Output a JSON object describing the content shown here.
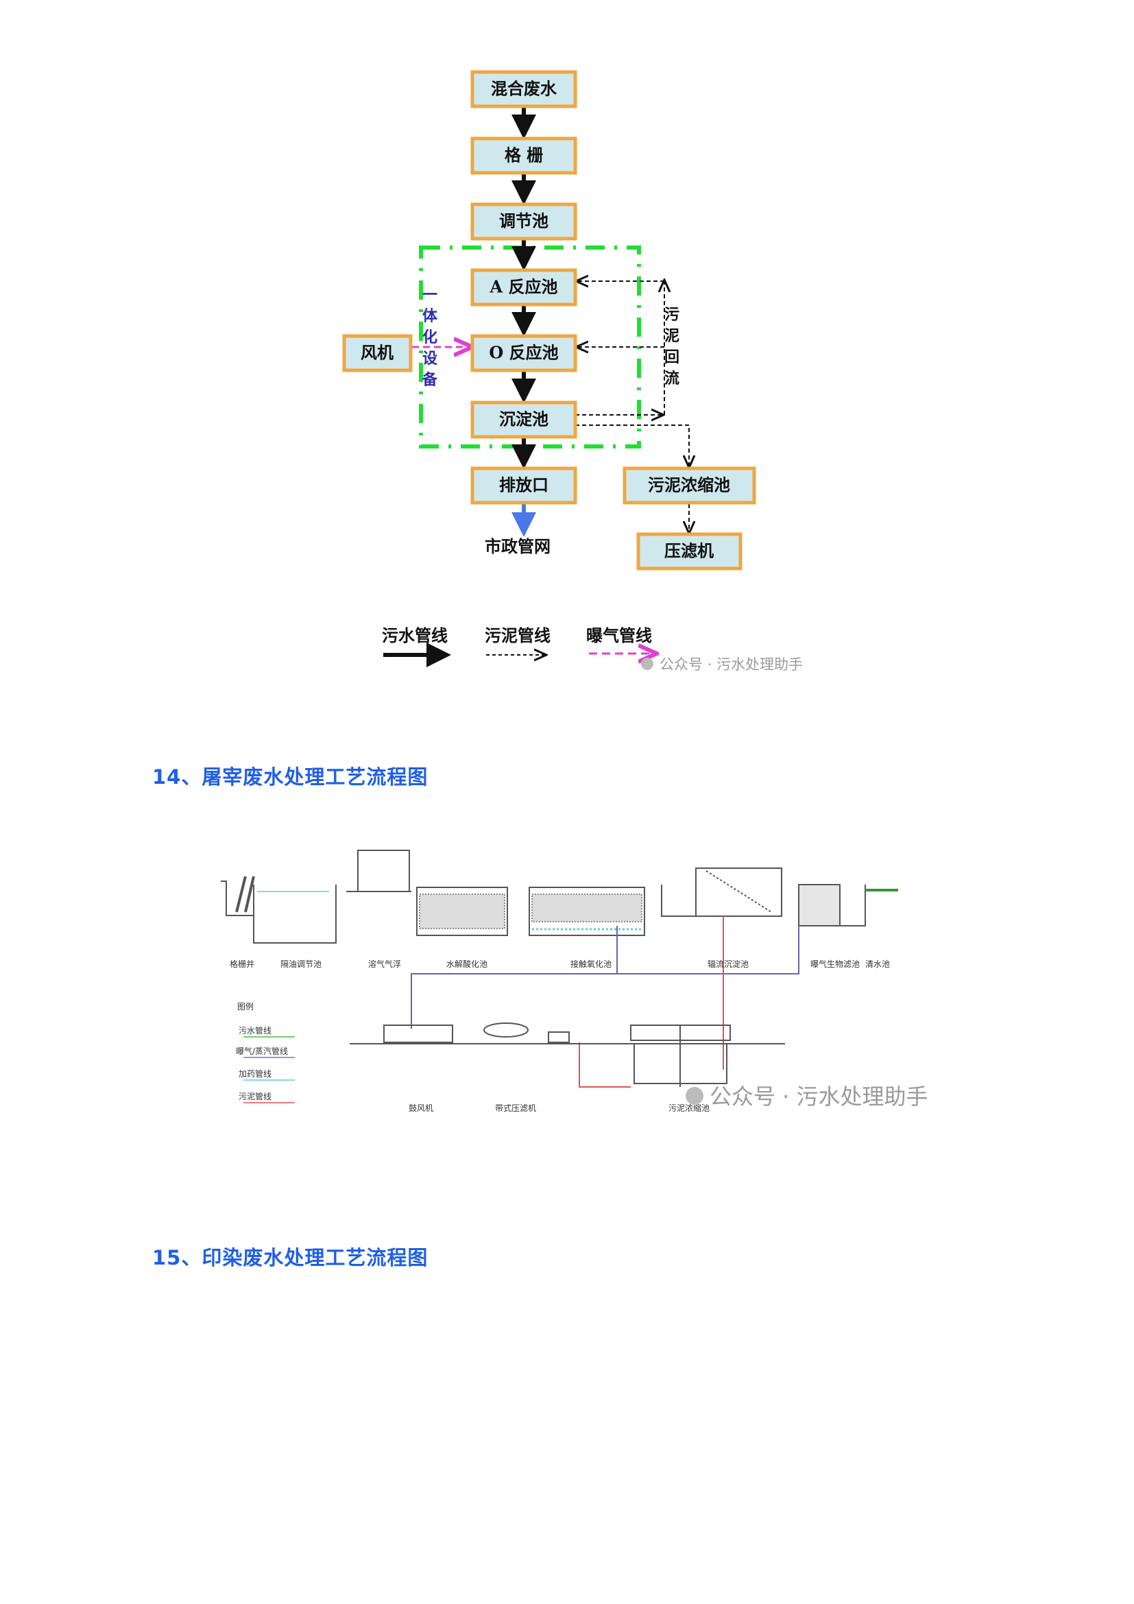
{
  "flow1": {
    "boxes": {
      "mixed_wastewater": "混合废水",
      "grille": "格 栅",
      "equalization_tank": "调节池",
      "a_reactor": "A 反应池",
      "o_reactor": "O 反应池",
      "sedimentation_tank": "沉淀池",
      "outlet": "排放口",
      "blower": "风机",
      "sludge_thickener": "污泥浓缩池",
      "filter_press": "压滤机"
    },
    "municipal_network": "市政管网",
    "integrated_equipment": [
      "一",
      "体",
      "化",
      "设",
      "备"
    ],
    "sludge_return": [
      "污",
      "泥",
      "回",
      "流"
    ],
    "legend": {
      "sewage_line": "污水管线",
      "sludge_line": "污泥管线",
      "aeration_line": "曝气管线"
    },
    "watermark": "公众号 · 污水处理助手"
  },
  "section14": {
    "heading": "14、屠宰废水处理工艺流程图"
  },
  "flow2": {
    "unit_labels": [
      "格栅井",
      "隔油调节池",
      "溶气气浮",
      "水解酸化池",
      "接触氧化池",
      "辐流沉淀池",
      "曝气生物滤池",
      "清水池"
    ],
    "legend_title": "图例",
    "legend_items": [
      "污水管线",
      "曝气/蒸汽管线",
      "加药管线",
      "污泥管线"
    ],
    "bottom_labels": [
      "鼓风机",
      "带式压滤机",
      "污泥浓缩池"
    ],
    "watermark": "公众号 · 污水处理助手"
  },
  "section15": {
    "heading": "15、印染废水处理工艺流程图"
  },
  "colors": {
    "heading": "#1f5fe6",
    "box_fill": "#cfe8ee",
    "box_border": "#f0a640",
    "integrated_border": "#22dd33",
    "aeration": "#e040d0"
  }
}
